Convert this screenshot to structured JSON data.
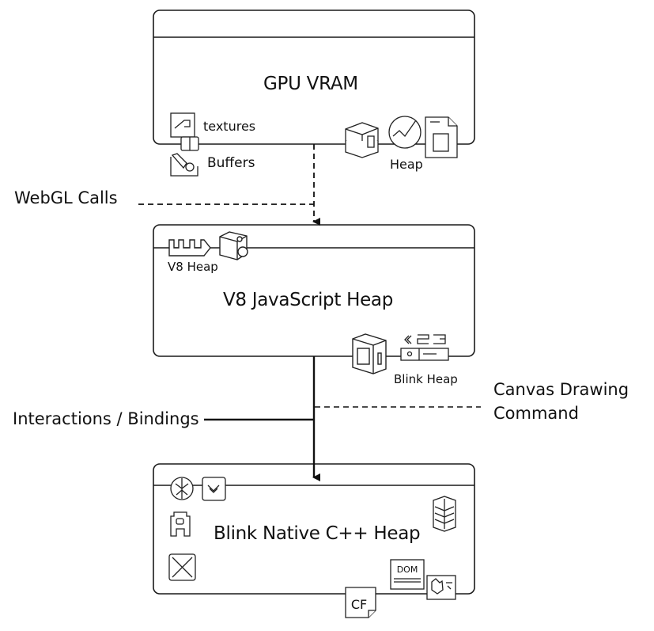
{
  "boxes": [
    {
      "id": "gpu-vram",
      "title": "GPU VRAM",
      "icon_labels": {
        "textures": "textures",
        "buffers": "Buffers",
        "heap": "Heap"
      },
      "icons": [
        "texture-icon",
        "buffer-connector-icon",
        "buffers-icon",
        "stacked-cubes-icon",
        "clock-icon",
        "document-icon"
      ]
    },
    {
      "id": "v8-heap",
      "title": "V8 JavaScript Heap",
      "icon_labels": {
        "v8_heap": "V8 Heap",
        "blink_heap": "Blink Heap"
      },
      "icons": [
        "arrow-shape-icon",
        "cube-icon",
        "box-3d-icon",
        "chevron-left-icon",
        "connector-bar-icon"
      ]
    },
    {
      "id": "blink-native",
      "title": "Blink Native C++ Heap",
      "icon_labels": {
        "dom": "DOM",
        "cf": "CF"
      },
      "icons": [
        "network-icon",
        "chevron-down-icon",
        "tower-icon",
        "x-box-icon",
        "layers-icon",
        "dom-document-icon",
        "map-icon",
        "cf-document-icon"
      ]
    }
  ],
  "connectors": [
    {
      "label": "WebGL Calls",
      "style": "dashed"
    },
    {
      "label": "Interactions / Bindings",
      "style": "solid"
    },
    {
      "label_lines": [
        "Canvas Drawing",
        "Command"
      ],
      "style": "dashed"
    }
  ],
  "colors": {
    "stroke": "#1a1a1a",
    "background": "#ffffff"
  }
}
